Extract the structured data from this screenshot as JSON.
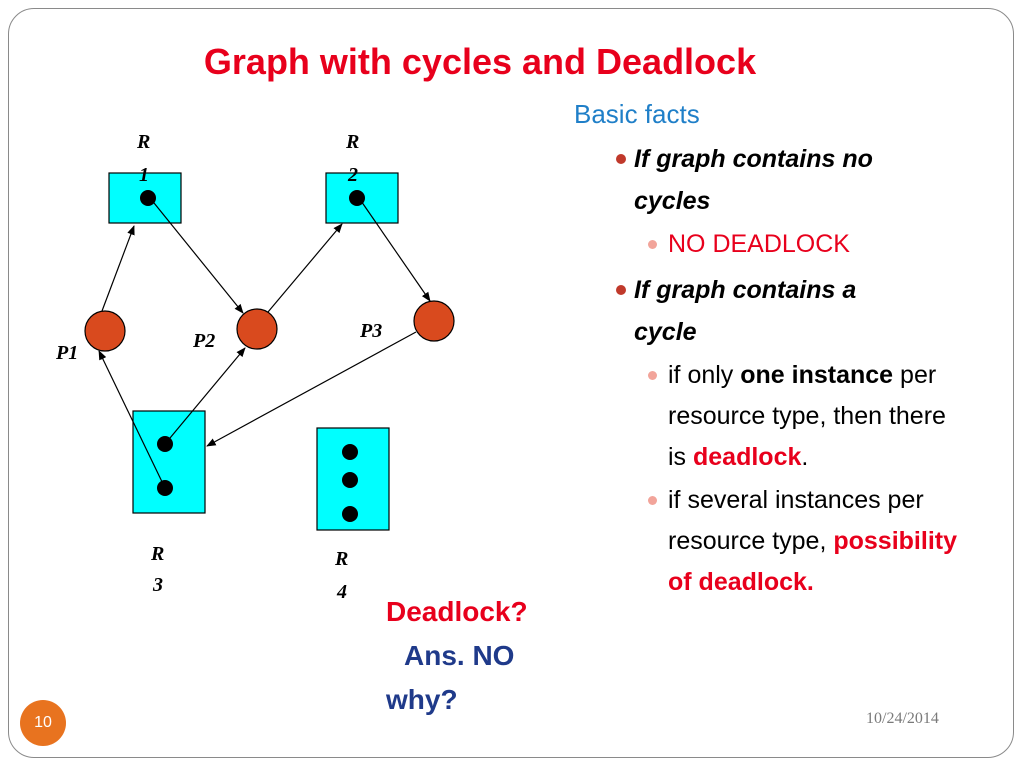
{
  "title": "Graph with cycles and Deadlock",
  "diagram": {
    "resource_labels": {
      "r1": [
        "R",
        "1"
      ],
      "r2": [
        "R",
        "2"
      ],
      "r3": [
        "R",
        "3"
      ],
      "r4": [
        "R",
        "4"
      ]
    },
    "process_labels": {
      "p1": "P1",
      "p2": "P2",
      "p3": "P3"
    },
    "colors": {
      "resource_fill": "#00ffff",
      "process_fill": "#d94a1e"
    }
  },
  "panel": {
    "heading": "Basic facts",
    "bullet1": "If graph contains no cycles",
    "bullet1_sub": "NO DEADLOCK",
    "bullet2": "If graph contains a cycle",
    "sub1": {
      "pre": "if only ",
      "bold": "one instance",
      "mid": " per resource type, then there is ",
      "red": "deadlock",
      "post": "."
    },
    "sub2": {
      "pre": "if several instances per resource type, ",
      "red": "possibility of deadlock."
    }
  },
  "qa": {
    "question": "Deadlock?",
    "answer": "Ans. NO",
    "why": "why?"
  },
  "footer": {
    "slide_number": "10",
    "date": "10/24/2014"
  }
}
